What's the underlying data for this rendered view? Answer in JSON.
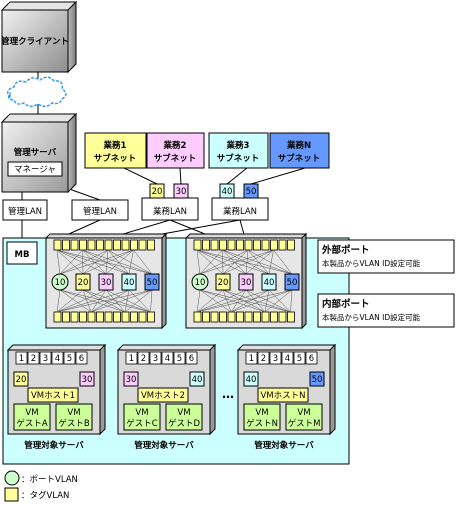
{
  "management_client": {
    "label": "管理クライアント"
  },
  "management_server": {
    "label": "管理サーバ",
    "manager_label": "マネージャ"
  },
  "management_lan": {
    "label_left": "管理LAN",
    "label_right": "管理LAN"
  },
  "business_subnets": [
    {
      "line1": "業務1",
      "line2": "サブネット",
      "color": "#ffff99"
    },
    {
      "line1": "業務2",
      "line2": "サブネット",
      "color": "#ffccff"
    },
    {
      "line1": "業務3",
      "line2": "サブネット",
      "color": "#ccffff"
    },
    {
      "line1": "業務N",
      "line2": "サブネット",
      "color": "#6699ff"
    }
  ],
  "business_lans": [
    {
      "label": "業務LAN",
      "vlans": [
        "20",
        "30"
      ]
    },
    {
      "label": "業務LAN",
      "vlans": [
        "40",
        "50"
      ]
    }
  ],
  "chassis": {
    "mb_label": "MB"
  },
  "switch_vlans": [
    "10",
    "20",
    "30",
    "40",
    "50"
  ],
  "external_port": {
    "title": "外部ポート",
    "note": "本製品からVLAN ID設定可能"
  },
  "internal_port": {
    "title": "内部ポート",
    "note": "本製品からVLAN ID設定可能"
  },
  "servers": [
    {
      "ports": [
        "1",
        "2",
        "3",
        "4",
        "5",
        "6"
      ],
      "tag_left": "20",
      "tag_right": "30",
      "host": "VMホスト1",
      "guests": [
        [
          "VM",
          "ゲストA"
        ],
        [
          "VM",
          "ゲストB"
        ]
      ],
      "label": "管理対象サーバ"
    },
    {
      "ports": [
        "1",
        "2",
        "3",
        "4",
        "5",
        "6"
      ],
      "tag_left": "30",
      "tag_right": "40",
      "host": "VMホスト2",
      "guests": [
        [
          "VM",
          "ゲストC"
        ],
        [
          "VM",
          "ゲストD"
        ]
      ],
      "label": "管理対象サーバ"
    },
    {
      "ports": [
        "1",
        "2",
        "3",
        "4",
        "5",
        "6"
      ],
      "tag_left": "40",
      "tag_right": "50",
      "host": "VMホストN",
      "guests": [
        [
          "VM",
          "ゲストN"
        ],
        [
          "VM",
          "ゲストM"
        ]
      ],
      "label": "管理対象サーバ"
    }
  ],
  "ellipsis": "…",
  "legend": [
    {
      "shape": "circle",
      "label": "：ポートVLAN"
    },
    {
      "shape": "square",
      "label": "：タグVLAN"
    }
  ],
  "colors": {
    "chassis_bg": "#ccffff",
    "guest_bg": "#ccff99",
    "tag_yellow": "#ffff99",
    "tag_pink": "#ffccff",
    "tag_cyan": "#ccffff",
    "tag_blue": "#6699ff",
    "port_vlan": "#ccffcc",
    "host_bg": "#ffff99"
  }
}
